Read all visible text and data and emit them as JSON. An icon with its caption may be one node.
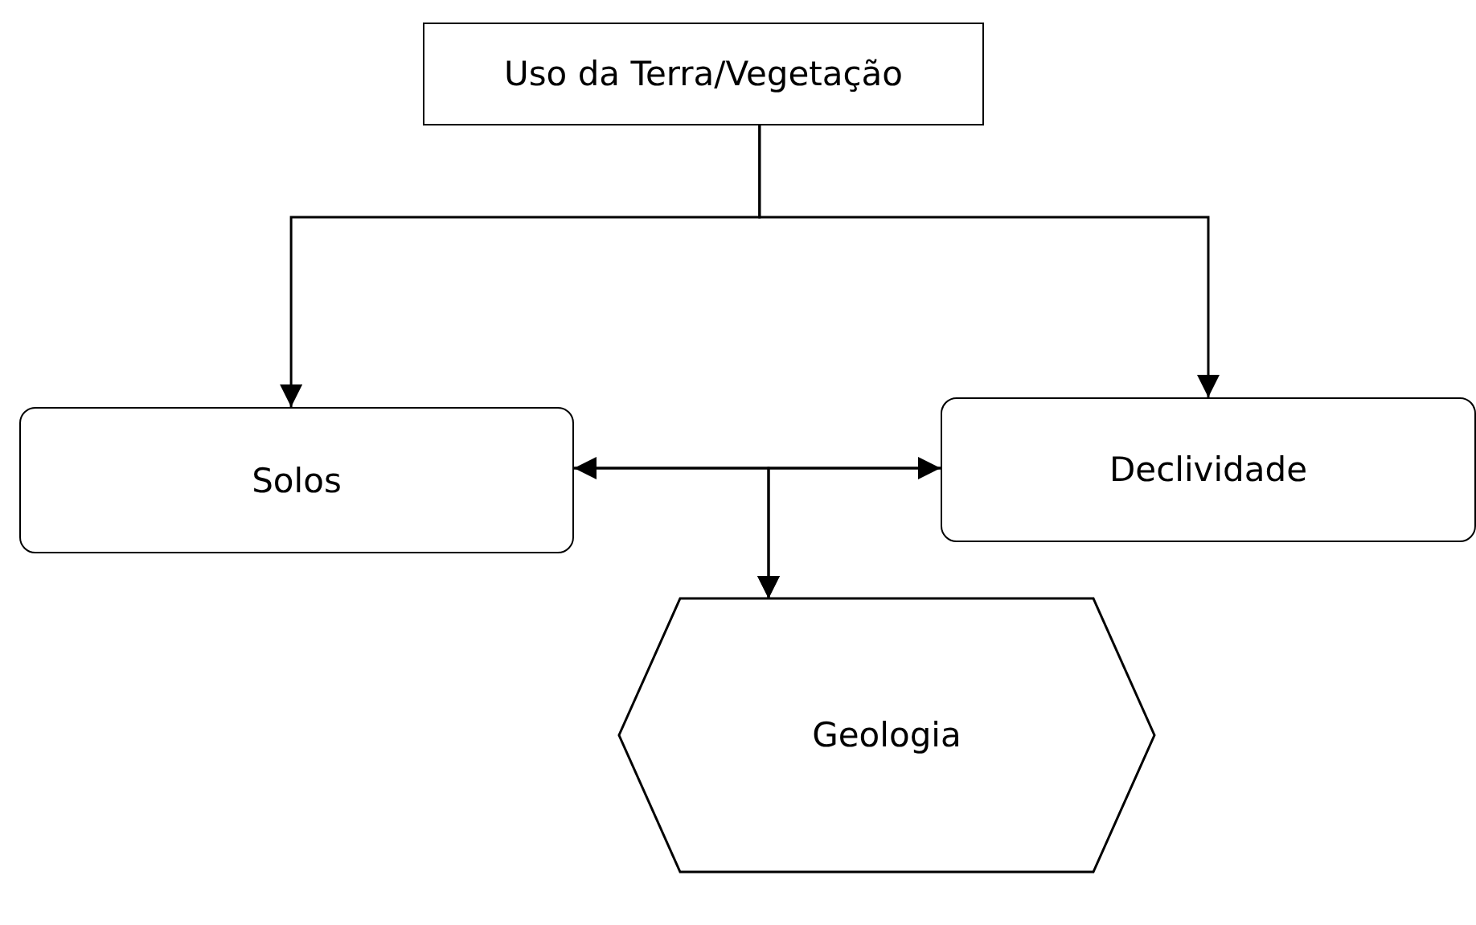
{
  "diagram": {
    "nodes": [
      {
        "text": [
          "Uso da Terra/Vegetação"
        ]
      },
      {
        "text": [
          "Solos"
        ]
      },
      {
        "text": [
          "Declividade"
        ]
      },
      {
        "text": [
          "Geologia"
        ]
      }
    ],
    "edges": [
      {
        "from": 0,
        "to": 1,
        "arrow": "to"
      },
      {
        "from": 0,
        "to": 2,
        "arrow": "to"
      },
      {
        "from": 1,
        "to": 2,
        "arrow": "both"
      },
      {
        "from": 1,
        "to": 3,
        "arrow": "to"
      },
      {
        "from": 2,
        "to": 3,
        "arrow": "to"
      }
    ]
  }
}
